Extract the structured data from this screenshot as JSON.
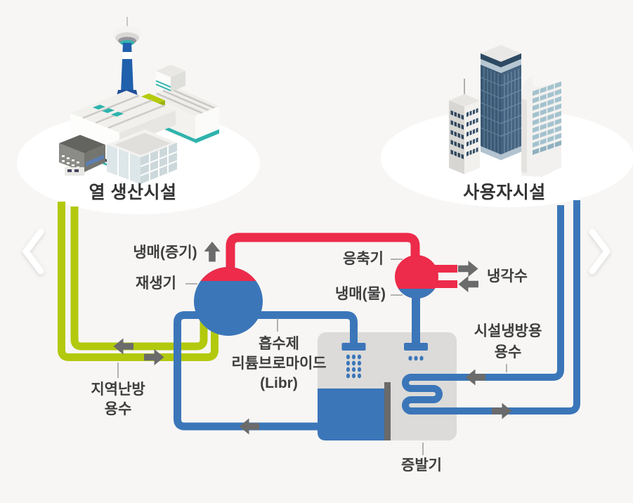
{
  "page": {
    "background": "#f7f6f4"
  },
  "nav": {
    "prev_icon": "chevron-left-icon",
    "next_icon": "chevron-right-icon"
  },
  "facilities": {
    "heat_plant": "열 생산시설",
    "user": "사용자시설"
  },
  "labels": {
    "refrigerant_steam": "냉매(증기)",
    "regenerator": "재생기",
    "condenser": "응축기",
    "cooling_water": "냉각수",
    "refrigerant_water": "냉매(물)",
    "absorbent_line1": "흡수제",
    "absorbent_line2": "리튬브로마이드",
    "absorbent_line3": "(Libr)",
    "district_heating_line1": "지역난방",
    "district_heating_line2": "용수",
    "facility_cooling_line1": "시설냉방용",
    "facility_cooling_line2": "용수",
    "evaporator": "증발기"
  },
  "colors": {
    "hot_pipe": "#ed2b4a",
    "cold_pipe": "#3b76b9",
    "district_heating_pipe": "#b2c90e",
    "flow_arrow": "#6b6b6b",
    "vessel_shell": "#dcdbd9"
  }
}
